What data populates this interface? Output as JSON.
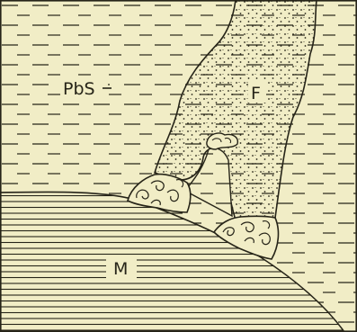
{
  "figure": {
    "labels": {
      "pbs": "PbS",
      "f": "F",
      "m": "M"
    },
    "colors": {
      "background": "#f1edc6",
      "ink": "#262418"
    }
  }
}
